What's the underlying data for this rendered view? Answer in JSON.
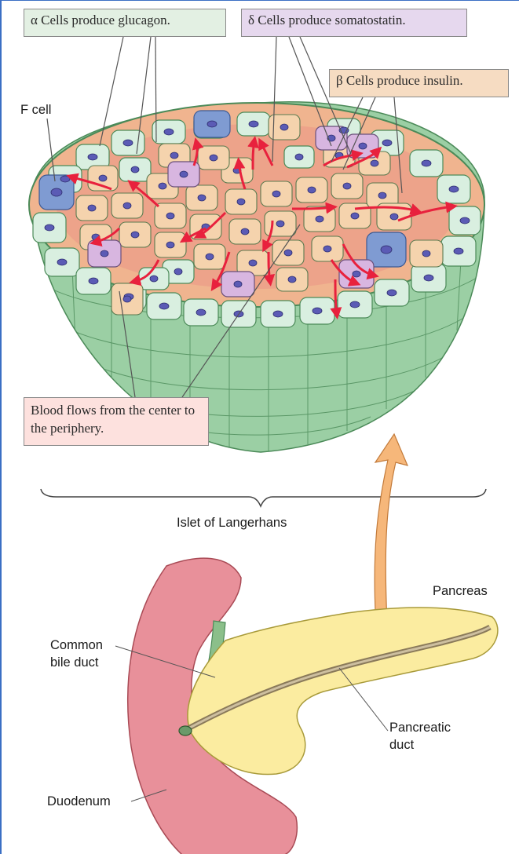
{
  "labels": {
    "alpha": "α Cells produce glucagon.",
    "delta": "δ Cells produce somatostatin.",
    "beta": "β Cells produce insulin.",
    "f_cell": "F cell",
    "blood": "Blood flows from the center to the periphery.",
    "islet": "Islet of Langerhans",
    "pancreas": "Pancreas",
    "common_bile_duct": "Common\nbile duct",
    "pancreatic_duct": "Pancreatic\nduct",
    "duodenum": "Duodenum"
  },
  "colors": {
    "alpha_cell": "#d9efe0",
    "beta_cell": "#f5d3ad",
    "delta_cell": "#d8b6e0",
    "f_cell": "#7f9bd2",
    "outer_islet": "#9bcfa4",
    "blood_arrow": "#e8213d",
    "duodenum": "#e8909a",
    "pancreas": "#fbeca0",
    "pointer_arrow": "#f6b77a"
  }
}
